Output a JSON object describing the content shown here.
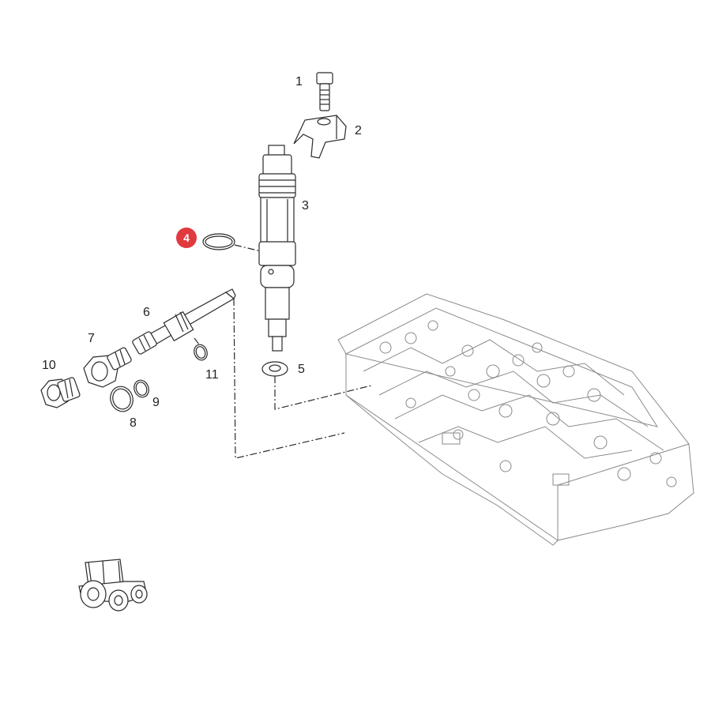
{
  "diagram": {
    "highlight_color": "#e03a3e",
    "highlighted_callout": "4",
    "callouts": [
      {
        "id": "1",
        "label": "1"
      },
      {
        "id": "2",
        "label": "2"
      },
      {
        "id": "3",
        "label": "3"
      },
      {
        "id": "4",
        "label": "4"
      },
      {
        "id": "5",
        "label": "5"
      },
      {
        "id": "6",
        "label": "6"
      },
      {
        "id": "7",
        "label": "7"
      },
      {
        "id": "8",
        "label": "8"
      },
      {
        "id": "9",
        "label": "9"
      },
      {
        "id": "10",
        "label": "10"
      },
      {
        "id": "11",
        "label": "11"
      }
    ],
    "icons": [
      "tractor-icon"
    ]
  }
}
